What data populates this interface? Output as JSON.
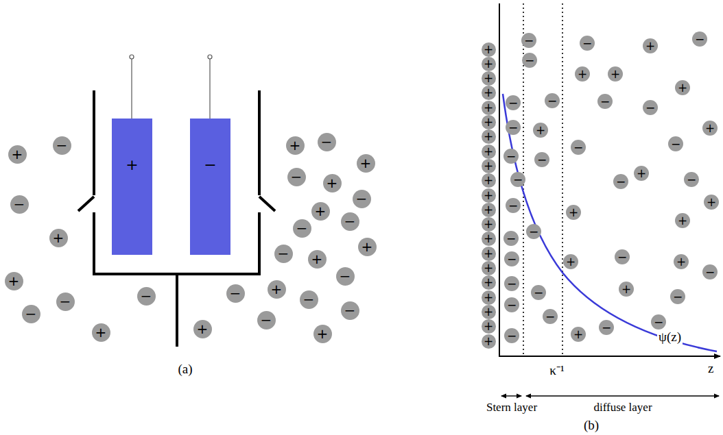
{
  "diagram": {
    "nodes": [
      {
        "text": [
          "+"
        ]
      },
      {
        "text": [
          "−"
        ]
      },
      {
        "text": [
          "+"
        ]
      },
      {
        "text": [
          "−"
        ]
      },
      {
        "text": [
          "−"
        ]
      },
      {
        "text": [
          "+"
        ]
      },
      {
        "text": [
          "+"
        ]
      },
      {
        "text": [
          "−"
        ]
      },
      {
        "text": [
          "−"
        ]
      },
      {
        "text": [
          "+"
        ]
      },
      {
        "text": [
          "−"
        ]
      },
      {
        "text": [
          "+"
        ]
      },
      {
        "text": [
          "−"
        ]
      },
      {
        "text": [
          "+"
        ]
      },
      {
        "text": [
          "−"
        ]
      },
      {
        "text": [
          "−"
        ]
      },
      {
        "text": [
          "−"
        ]
      },
      {
        "text": [
          "+"
        ]
      },
      {
        "text": [
          "+"
        ]
      },
      {
        "text": [
          "−"
        ]
      },
      {
        "text": [
          "+"
        ]
      },
      {
        "text": [
          "−"
        ]
      },
      {
        "text": [
          "+"
        ]
      },
      {
        "text": [
          "−"
        ]
      },
      {
        "text": [
          "+"
        ]
      },
      {
        "text": [
          "−"
        ]
      },
      {
        "text": [
          "−"
        ]
      },
      {
        "text": [
          "+"
        ]
      },
      {
        "text": [
          "−"
        ]
      },
      {
        "text": [
          "+"
        ]
      },
      {
        "text": [
          "−"
        ]
      },
      {
        "text": [
          "+"
        ]
      },
      {
        "text": [
          "+"
        ]
      },
      {
        "text": [
          "+"
        ]
      },
      {
        "text": [
          "+"
        ]
      },
      {
        "text": [
          "+"
        ]
      },
      {
        "text": [
          "+"
        ]
      },
      {
        "text": [
          "+"
        ]
      },
      {
        "text": [
          "+"
        ]
      },
      {
        "text": [
          "+"
        ]
      },
      {
        "text": [
          "+"
        ]
      },
      {
        "text": [
          "+"
        ]
      },
      {
        "text": [
          "+"
        ]
      },
      {
        "text": [
          "+"
        ]
      },
      {
        "text": [
          "+"
        ]
      },
      {
        "text": [
          "+"
        ]
      },
      {
        "text": [
          "+"
        ]
      },
      {
        "text": [
          "+"
        ]
      },
      {
        "text": [
          "+"
        ]
      },
      {
        "text": [
          "+"
        ]
      },
      {
        "text": [
          "+"
        ]
      },
      {
        "text": [
          "+"
        ]
      },
      {
        "text": [
          "−"
        ]
      },
      {
        "text": [
          "−"
        ]
      },
      {
        "text": [
          "−"
        ]
      },
      {
        "text": [
          "−"
        ]
      },
      {
        "text": [
          "−"
        ]
      },
      {
        "text": [
          "−"
        ]
      },
      {
        "text": [
          "−"
        ]
      },
      {
        "text": [
          "−"
        ]
      },
      {
        "text": [
          "−"
        ]
      },
      {
        "text": [
          "−"
        ]
      },
      {
        "text": [
          "−"
        ]
      },
      {
        "text": [
          "−"
        ]
      },
      {
        "text": [
          "−"
        ]
      },
      {
        "text": [
          "+"
        ]
      },
      {
        "text": [
          "−"
        ]
      },
      {
        "text": [
          "+"
        ]
      },
      {
        "text": [
          "+"
        ]
      },
      {
        "text": [
          "+"
        ]
      },
      {
        "text": [
          "−"
        ]
      },
      {
        "text": [
          "−"
        ]
      },
      {
        "text": [
          "−"
        ]
      },
      {
        "text": [
          "+"
        ]
      },
      {
        "text": [
          "+"
        ]
      },
      {
        "text": [
          "−"
        ]
      },
      {
        "text": [
          "−"
        ]
      },
      {
        "text": [
          "+"
        ]
      },
      {
        "text": [
          "−"
        ]
      },
      {
        "text": [
          "−"
        ]
      },
      {
        "text": [
          "−"
        ]
      },
      {
        "text": [
          "−"
        ]
      },
      {
        "text": [
          "+"
        ]
      },
      {
        "text": [
          "+"
        ]
      },
      {
        "text": [
          "+"
        ]
      },
      {
        "text": [
          "+"
        ]
      },
      {
        "text": [
          "−"
        ]
      },
      {
        "text": [
          "+"
        ]
      },
      {
        "text": [
          "−"
        ]
      },
      {
        "text": [
          "+"
        ]
      },
      {
        "text": [
          "−"
        ]
      },
      {
        "text": [
          "−"
        ]
      },
      {
        "text": [
          "−"
        ]
      },
      {
        "text": [
          "+"
        ]
      },
      {
        "text": [
          "−"
        ]
      },
      {
        "text": [
          "−"
        ]
      }
    ],
    "labels": [
      "(a)",
      "(b)",
      "ψ(z)",
      "κ⁻¹",
      "z",
      "Stern layer",
      "diffuse layer"
    ]
  }
}
